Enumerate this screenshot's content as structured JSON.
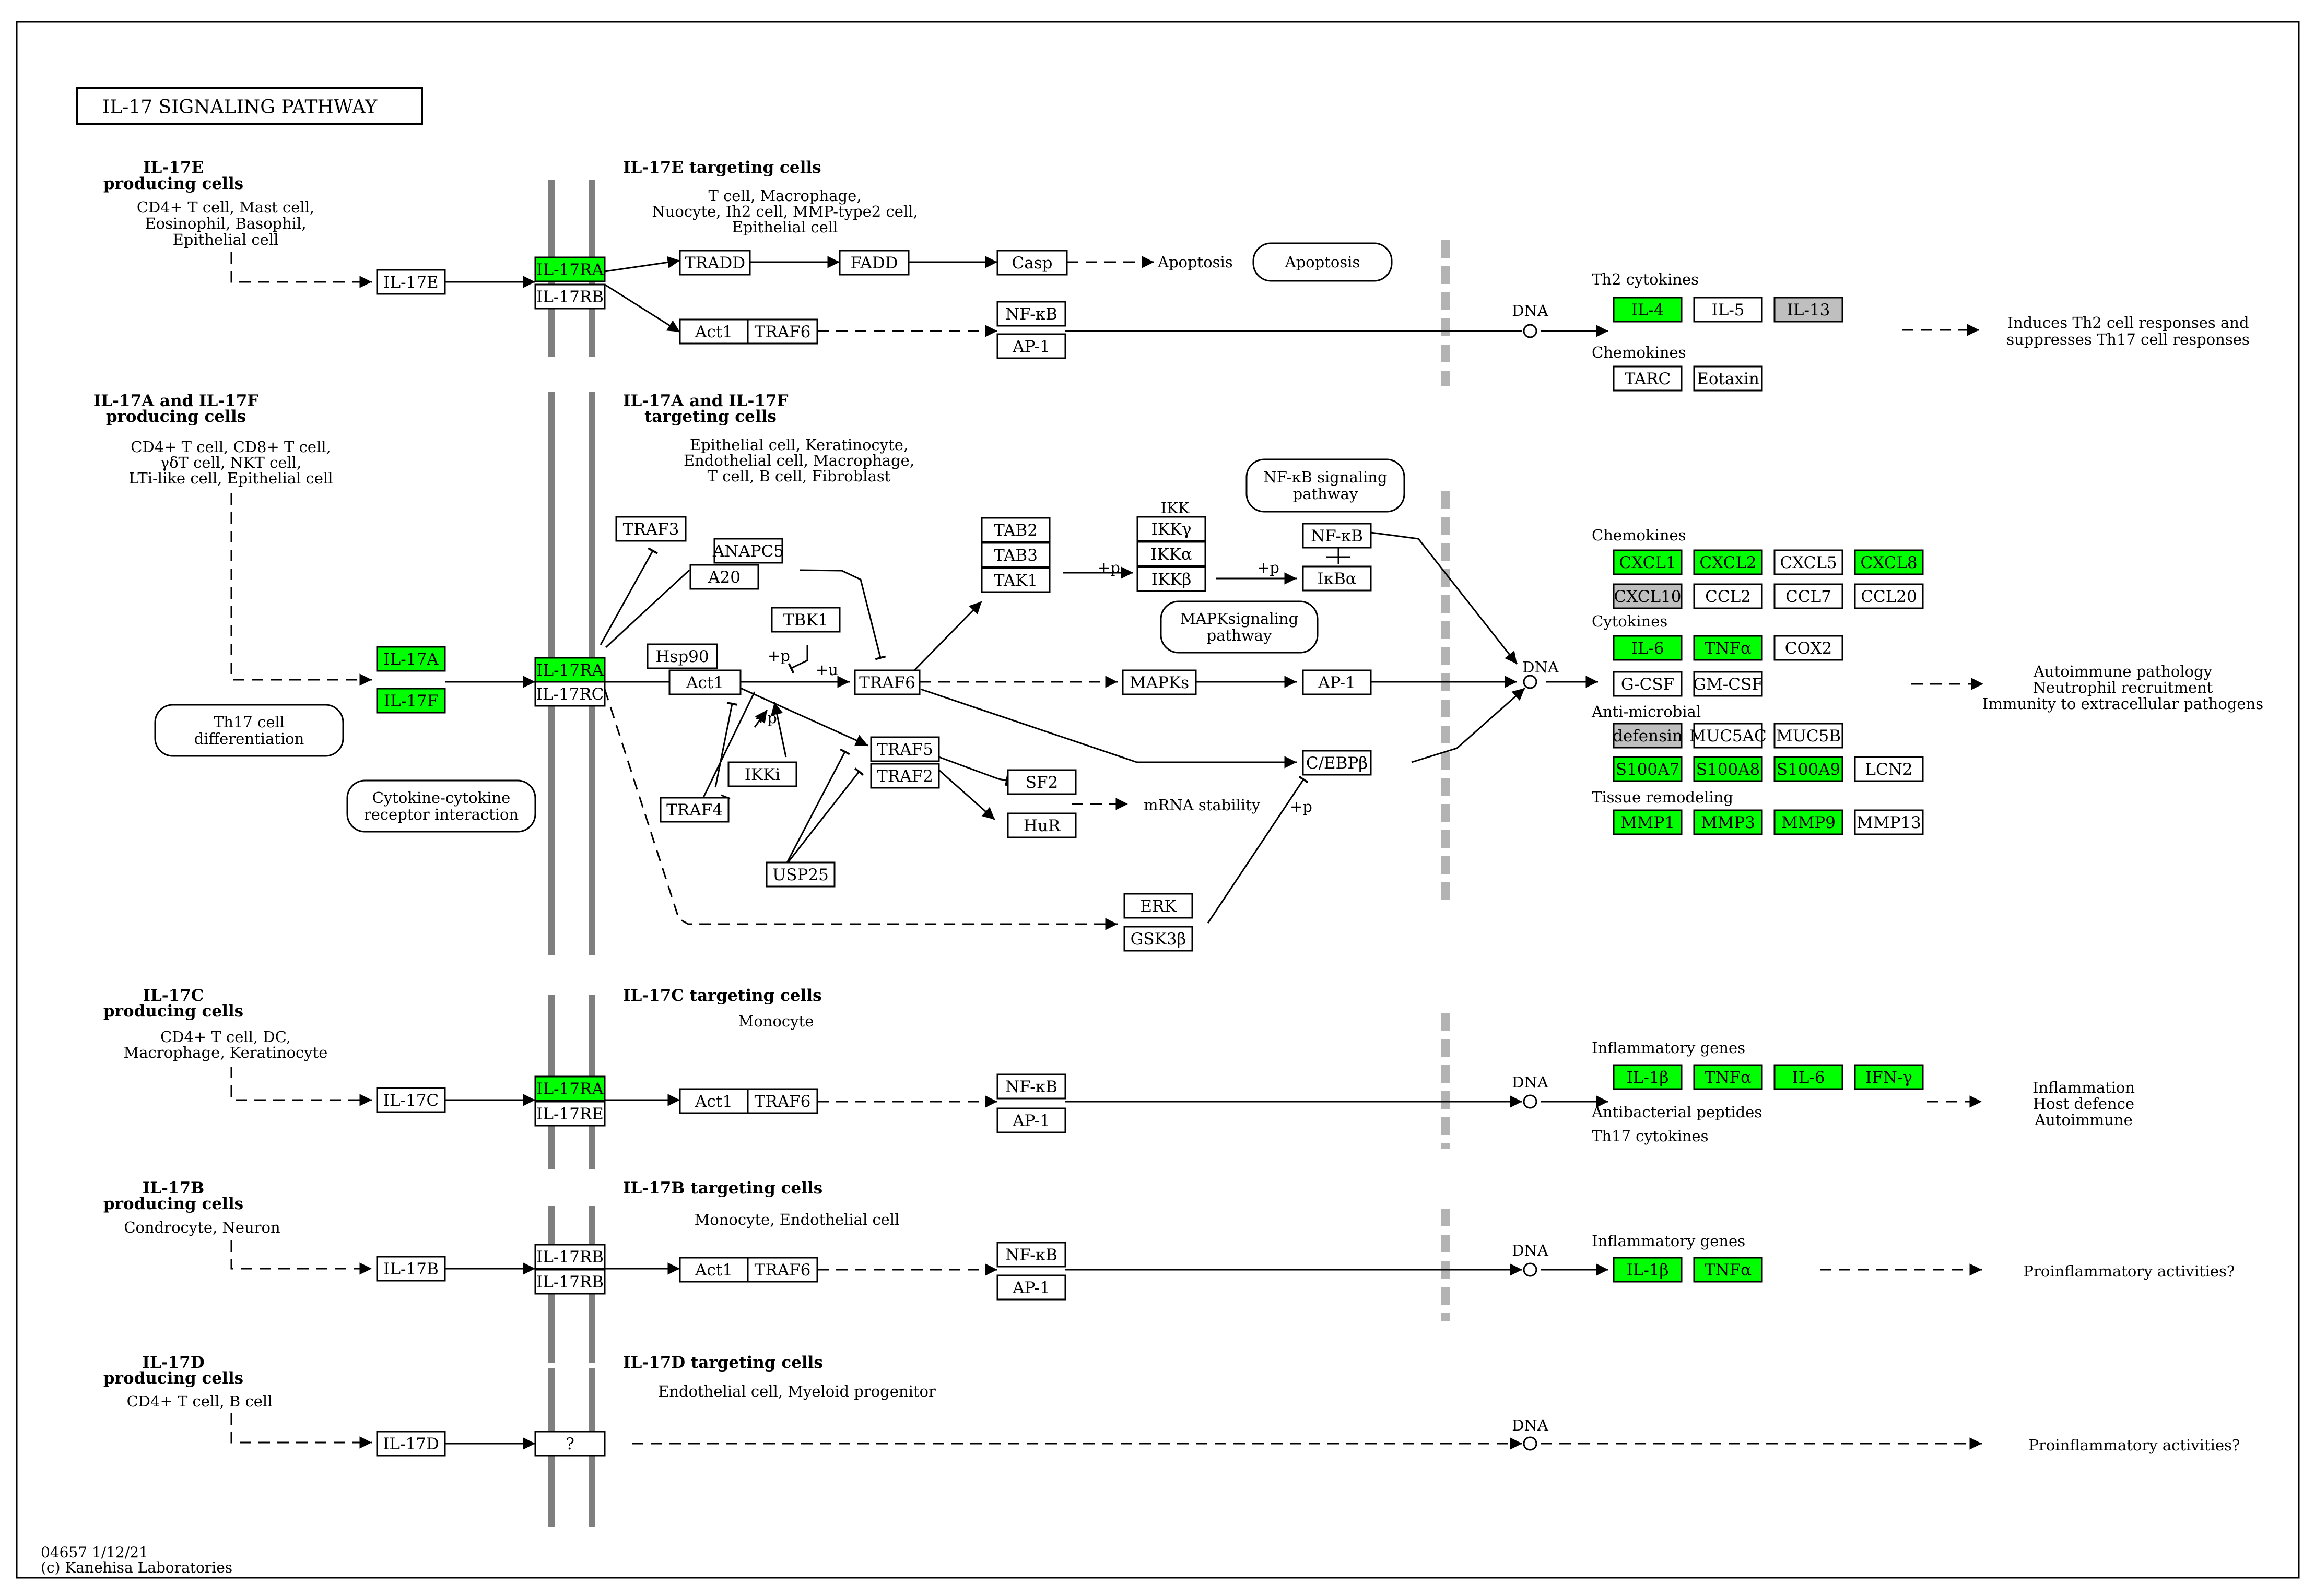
{
  "title": "IL-17 SIGNALING PATHWAY",
  "footer": [
    "04657 1/12/21",
    "(c) Kanehisa Laboratories"
  ],
  "colors": {
    "hit": "#00ff00",
    "gray": "#bfbfbf",
    "normal": "#ffffff",
    "line": "#000000",
    "membrane": "#7f7f7f",
    "nucleus": "#b3b3b3"
  },
  "producing": {
    "e": {
      "title": [
        "IL-17E",
        "producing cells"
      ],
      "cells": [
        "CD4+ T cell, Mast cell,",
        "Eosinophil, Basophil,",
        "Epithelial cell"
      ]
    },
    "af": {
      "title": [
        "IL-17A and IL-17F",
        "producing cells"
      ],
      "cells": [
        "CD4+ T cell, CD8+ T cell,",
        "γδT cell, NKT cell,",
        "LTi-like cell, Epithelial cell"
      ]
    },
    "c": {
      "title": [
        "IL-17C",
        "producing cells"
      ],
      "cells": [
        "CD4+ T cell, DC,",
        "Macrophage, Keratinocyte"
      ]
    },
    "b": {
      "title": [
        "IL-17B",
        "producing cells"
      ],
      "cells": [
        "Condrocyte, Neuron"
      ]
    },
    "d": {
      "title": [
        "IL-17D",
        "producing cells"
      ],
      "cells": [
        "CD4+ T cell, B cell"
      ]
    }
  },
  "targeting": {
    "e": {
      "title": [
        "IL-17E targeting cells"
      ],
      "cells": [
        "T cell, Macrophage,",
        "Nuocyte, Ih2 cell, MMP-type2 cell,",
        "Epithelial cell"
      ]
    },
    "af": {
      "title": [
        "IL-17A and IL-17F",
        "targeting cells"
      ],
      "cells": [
        "Epithelial cell, Keratinocyte,",
        "Endothelial cell, Macrophage,",
        "T cell, B cell, Fibroblast"
      ]
    },
    "c": {
      "title": [
        "IL-17C targeting cells"
      ],
      "cells": [
        "Monocyte"
      ]
    },
    "b": {
      "title": [
        "IL-17B targeting cells"
      ],
      "cells": [
        "Monocyte, Endothelial cell"
      ]
    },
    "d": {
      "title": [
        "IL-17D targeting cells"
      ],
      "cells": [
        "Endothelial cell, Myeloid progenitor"
      ]
    }
  },
  "maps": [
    {
      "id": "apoptosis",
      "lines": [
        "Apoptosis"
      ]
    },
    {
      "id": "nfkb",
      "lines": [
        "NF-κB signaling",
        "pathway"
      ]
    },
    {
      "id": "mapk",
      "lines": [
        "MAPKsignaling",
        "pathway"
      ]
    },
    {
      "id": "th17",
      "lines": [
        "Th17 cell",
        "differentiation"
      ]
    },
    {
      "id": "cytokine",
      "lines": [
        "Cytokine-cytokine",
        "receptor interaction"
      ]
    }
  ],
  "nodes": [
    {
      "id": "il17e",
      "label": "IL-17E",
      "hit": "normal"
    },
    {
      "id": "il17ra_e",
      "label": "IL-17RA",
      "hit": "hit"
    },
    {
      "id": "il17rb_e",
      "label": "IL-17RB",
      "hit": "normal"
    },
    {
      "id": "tradd",
      "label": "TRADD",
      "hit": "normal"
    },
    {
      "id": "fadd",
      "label": "FADD",
      "hit": "normal"
    },
    {
      "id": "casp",
      "label": "Casp",
      "hit": "normal"
    },
    {
      "id": "act1_e",
      "label": "Act1",
      "hit": "normal"
    },
    {
      "id": "traf6_e",
      "label": "TRAF6",
      "hit": "normal"
    },
    {
      "id": "nfkb_e",
      "label": "NF-κB",
      "hit": "normal"
    },
    {
      "id": "ap1_e",
      "label": "AP-1",
      "hit": "normal"
    },
    {
      "id": "il4",
      "label": "IL-4",
      "hit": "hit"
    },
    {
      "id": "il5",
      "label": "IL-5",
      "hit": "normal"
    },
    {
      "id": "il13",
      "label": "IL-13",
      "hit": "gray"
    },
    {
      "id": "tarc",
      "label": "TARC",
      "hit": "normal"
    },
    {
      "id": "eotaxin",
      "label": "Eotaxin",
      "hit": "normal"
    },
    {
      "id": "il17a",
      "label": "IL-17A",
      "hit": "hit"
    },
    {
      "id": "il17f",
      "label": "IL-17F",
      "hit": "hit"
    },
    {
      "id": "il17ra_a",
      "label": "IL-17RA",
      "hit": "hit"
    },
    {
      "id": "il17rc",
      "label": "IL-17RC",
      "hit": "normal"
    },
    {
      "id": "traf3",
      "label": "TRAF3",
      "hit": "normal"
    },
    {
      "id": "anapc5",
      "label": "ANAPC5",
      "hit": "normal"
    },
    {
      "id": "a20",
      "label": "A20",
      "hit": "normal"
    },
    {
      "id": "tbk1",
      "label": "TBK1",
      "hit": "normal"
    },
    {
      "id": "hsp90",
      "label": "Hsp90",
      "hit": "normal"
    },
    {
      "id": "act1_a",
      "label": "Act1",
      "hit": "normal"
    },
    {
      "id": "traf6_a",
      "label": "TRAF6",
      "hit": "normal"
    },
    {
      "id": "tab2",
      "label": "TAB2",
      "hit": "normal"
    },
    {
      "id": "tab3",
      "label": "TAB3",
      "hit": "normal"
    },
    {
      "id": "tak1",
      "label": "TAK1",
      "hit": "normal"
    },
    {
      "id": "ikkg",
      "label": "IKKγ",
      "hit": "normal"
    },
    {
      "id": "ikka",
      "label": "IKKα",
      "hit": "normal"
    },
    {
      "id": "ikkb",
      "label": "IKKβ",
      "hit": "normal"
    },
    {
      "id": "nfkb_a",
      "label": "NF-κB",
      "hit": "normal"
    },
    {
      "id": "ikba",
      "label": "IκBα",
      "hit": "normal"
    },
    {
      "id": "mapks",
      "label": "MAPKs",
      "hit": "normal"
    },
    {
      "id": "ap1_a",
      "label": "AP-1",
      "hit": "normal"
    },
    {
      "id": "cebpb",
      "label": "C/EBPβ",
      "hit": "normal"
    },
    {
      "id": "ikki",
      "label": "IKKi",
      "hit": "normal"
    },
    {
      "id": "traf5",
      "label": "TRAF5",
      "hit": "normal"
    },
    {
      "id": "traf2",
      "label": "TRAF2",
      "hit": "normal"
    },
    {
      "id": "sf2",
      "label": "SF2",
      "hit": "normal"
    },
    {
      "id": "hur",
      "label": "HuR",
      "hit": "normal"
    },
    {
      "id": "traf4",
      "label": "TRAF4",
      "hit": "normal"
    },
    {
      "id": "usp25",
      "label": "USP25",
      "hit": "normal"
    },
    {
      "id": "erk",
      "label": "ERK",
      "hit": "normal"
    },
    {
      "id": "gsk3b",
      "label": "GSK3β",
      "hit": "normal"
    },
    {
      "id": "cxcl1",
      "label": "CXCL1",
      "hit": "hit"
    },
    {
      "id": "cxcl2",
      "label": "CXCL2",
      "hit": "hit"
    },
    {
      "id": "cxcl5",
      "label": "CXCL5",
      "hit": "normal"
    },
    {
      "id": "cxcl8",
      "label": "CXCL8",
      "hit": "hit"
    },
    {
      "id": "cxcl10",
      "label": "CXCL10",
      "hit": "gray"
    },
    {
      "id": "ccl2",
      "label": "CCL2",
      "hit": "normal"
    },
    {
      "id": "ccl7",
      "label": "CCL7",
      "hit": "normal"
    },
    {
      "id": "ccl20",
      "label": "CCL20",
      "hit": "normal"
    },
    {
      "id": "il6_a",
      "label": "IL-6",
      "hit": "hit"
    },
    {
      "id": "tnfa_a",
      "label": "TNFα",
      "hit": "hit"
    },
    {
      "id": "cox2",
      "label": "COX2",
      "hit": "normal"
    },
    {
      "id": "gcsf",
      "label": "G-CSF",
      "hit": "normal"
    },
    {
      "id": "gmcsf",
      "label": "GM-CSF",
      "hit": "normal"
    },
    {
      "id": "defensin",
      "label": "defensin",
      "hit": "gray"
    },
    {
      "id": "muc5ac",
      "label": "MUC5AC",
      "hit": "normal"
    },
    {
      "id": "muc5b",
      "label": "MUC5B",
      "hit": "normal"
    },
    {
      "id": "s100a7",
      "label": "S100A7",
      "hit": "hit"
    },
    {
      "id": "s100a8",
      "label": "S100A8",
      "hit": "hit"
    },
    {
      "id": "s100a9",
      "label": "S100A9",
      "hit": "hit"
    },
    {
      "id": "lcn2",
      "label": "LCN2",
      "hit": "normal"
    },
    {
      "id": "mmp1",
      "label": "MMP1",
      "hit": "hit"
    },
    {
      "id": "mmp3",
      "label": "MMP3",
      "hit": "hit"
    },
    {
      "id": "mmp9",
      "label": "MMP9",
      "hit": "hit"
    },
    {
      "id": "mmp13",
      "label": "MMP13",
      "hit": "normal"
    },
    {
      "id": "il17c",
      "label": "IL-17C",
      "hit": "normal"
    },
    {
      "id": "il17ra_c",
      "label": "IL-17RA",
      "hit": "hit"
    },
    {
      "id": "il17re",
      "label": "IL-17RE",
      "hit": "normal"
    },
    {
      "id": "act1_c",
      "label": "Act1",
      "hit": "normal"
    },
    {
      "id": "traf6_c",
      "label": "TRAF6",
      "hit": "normal"
    },
    {
      "id": "nfkb_c",
      "label": "NF-κB",
      "hit": "normal"
    },
    {
      "id": "ap1_c",
      "label": "AP-1",
      "hit": "normal"
    },
    {
      "id": "il1b_c",
      "label": "IL-1β",
      "hit": "hit"
    },
    {
      "id": "tnfa_c",
      "label": "TNFα",
      "hit": "hit"
    },
    {
      "id": "il6_c",
      "label": "IL-6",
      "hit": "hit"
    },
    {
      "id": "ifng",
      "label": "IFN-γ",
      "hit": "hit"
    },
    {
      "id": "il17b",
      "label": "IL-17B",
      "hit": "normal"
    },
    {
      "id": "il17rb_b1",
      "label": "IL-17RB",
      "hit": "normal"
    },
    {
      "id": "il17rb_b2",
      "label": "IL-17RB",
      "hit": "normal"
    },
    {
      "id": "act1_b",
      "label": "Act1",
      "hit": "normal"
    },
    {
      "id": "traf6_b",
      "label": "TRAF6",
      "hit": "normal"
    },
    {
      "id": "nfkb_b",
      "label": "NF-κB",
      "hit": "normal"
    },
    {
      "id": "ap1_b",
      "label": "AP-1",
      "hit": "normal"
    },
    {
      "id": "il1b_b",
      "label": "IL-1β",
      "hit": "hit"
    },
    {
      "id": "tnfa_b",
      "label": "TNFα",
      "hit": "hit"
    },
    {
      "id": "il17d",
      "label": "IL-17D",
      "hit": "normal"
    },
    {
      "id": "unknown_d",
      "label": "?",
      "hit": "normal"
    }
  ],
  "labels": {
    "ikk": "IKK",
    "apoptosis_text": "Apoptosis",
    "mrna": "mRNA stability",
    "dna": "DNA",
    "th2_cyto": "Th2 cytokines",
    "chemokines": "Chemokines",
    "cytokines": "Cytokines",
    "antimicrobial": "Anti-microbial",
    "tissue": "Tissue remodeling",
    "inflam_genes": "Inflammatory genes",
    "antibac": "Antibacterial peptides",
    "th17_cyto": "Th17 cytokines",
    "plus_p": "+p",
    "plus_u": "+u",
    "out_e": [
      "Induces Th2 cell responses and",
      "suppresses Th17 cell responses"
    ],
    "out_a": [
      "Autoimmune pathology",
      "Neutrophil recruitment",
      "Immunity to extracellular pathogens"
    ],
    "out_c": [
      "Inflammation",
      "Host defence",
      "Autoimmune"
    ],
    "out_b": "Proinflammatory activities?",
    "out_d": "Proinflammatory activities?"
  }
}
